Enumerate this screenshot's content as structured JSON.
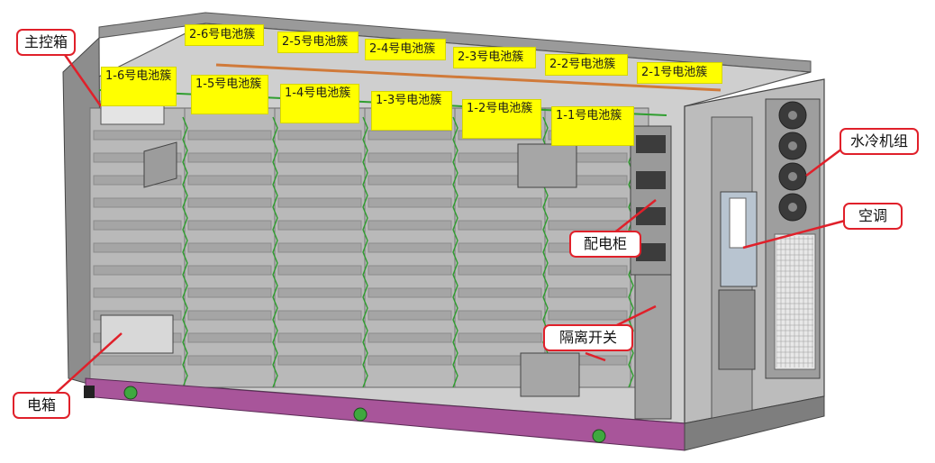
{
  "colors": {
    "label_fill": "#ffff00",
    "callout_border": "#e0202a",
    "base_rail": "#a8559a",
    "frame": "#6e6e6e",
    "wiring": "#2f9e2f",
    "busbar": "#d07a3a"
  },
  "labels_row2": [
    "2-6号电池簇",
    "2-5号电池簇",
    "2-4号电池簇",
    "2-3号电池簇",
    "2-2号电池簇",
    "2-1号电池簇"
  ],
  "labels_row1": [
    "1-6号电池簇",
    "1-5号电池簇",
    "1-4号电池簇",
    "1-3号电池簇",
    "1-2号电池簇",
    "1-1号电池簇"
  ],
  "callouts": {
    "main_control_box": "主控箱",
    "water_chiller": "水冷机组",
    "air_conditioner": "空调",
    "distribution_cabinet": "配电柜",
    "isolation_switch": "隔离开关",
    "electric_box": "电箱"
  }
}
